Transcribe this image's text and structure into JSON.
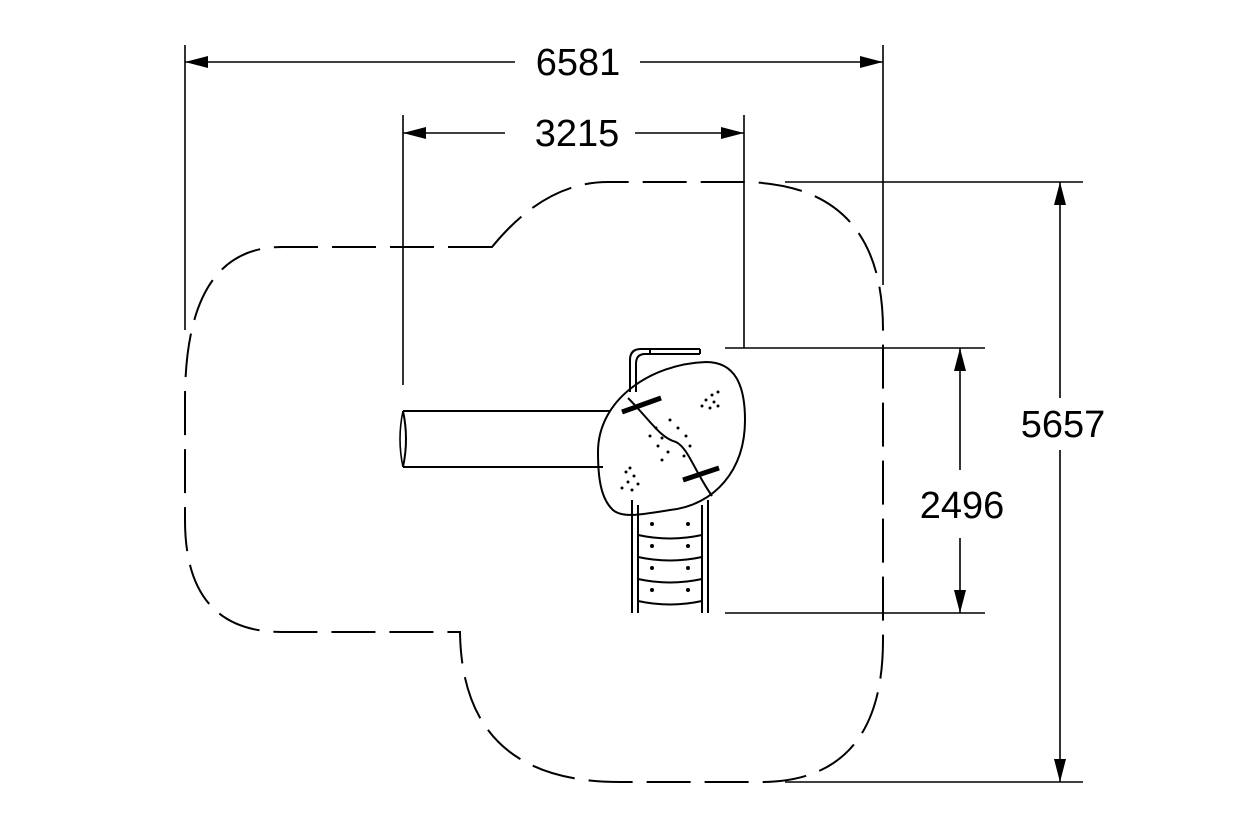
{
  "drawing": {
    "dimensions": {
      "overall_width": "6581",
      "platform_width": "3215",
      "overall_depth": "5657",
      "platform_depth": "2496"
    }
  }
}
